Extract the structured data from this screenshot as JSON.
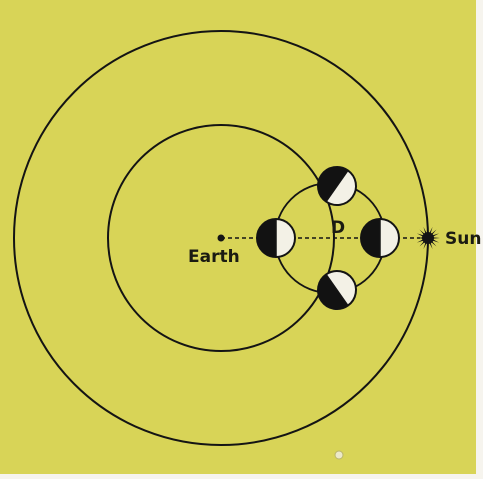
{
  "diagram": {
    "colors": {
      "background": "#d8d457",
      "page_edge": "#f6f4ee",
      "ink": "#141414",
      "light_half": "#f3f1e6",
      "dark_half": "#121212"
    },
    "labels": {
      "earth": "Earth",
      "distance": "D",
      "sun": "Sun"
    },
    "icons": {
      "earth": "dot",
      "sun": "starburst",
      "moons": "half-lit-disc"
    }
  }
}
